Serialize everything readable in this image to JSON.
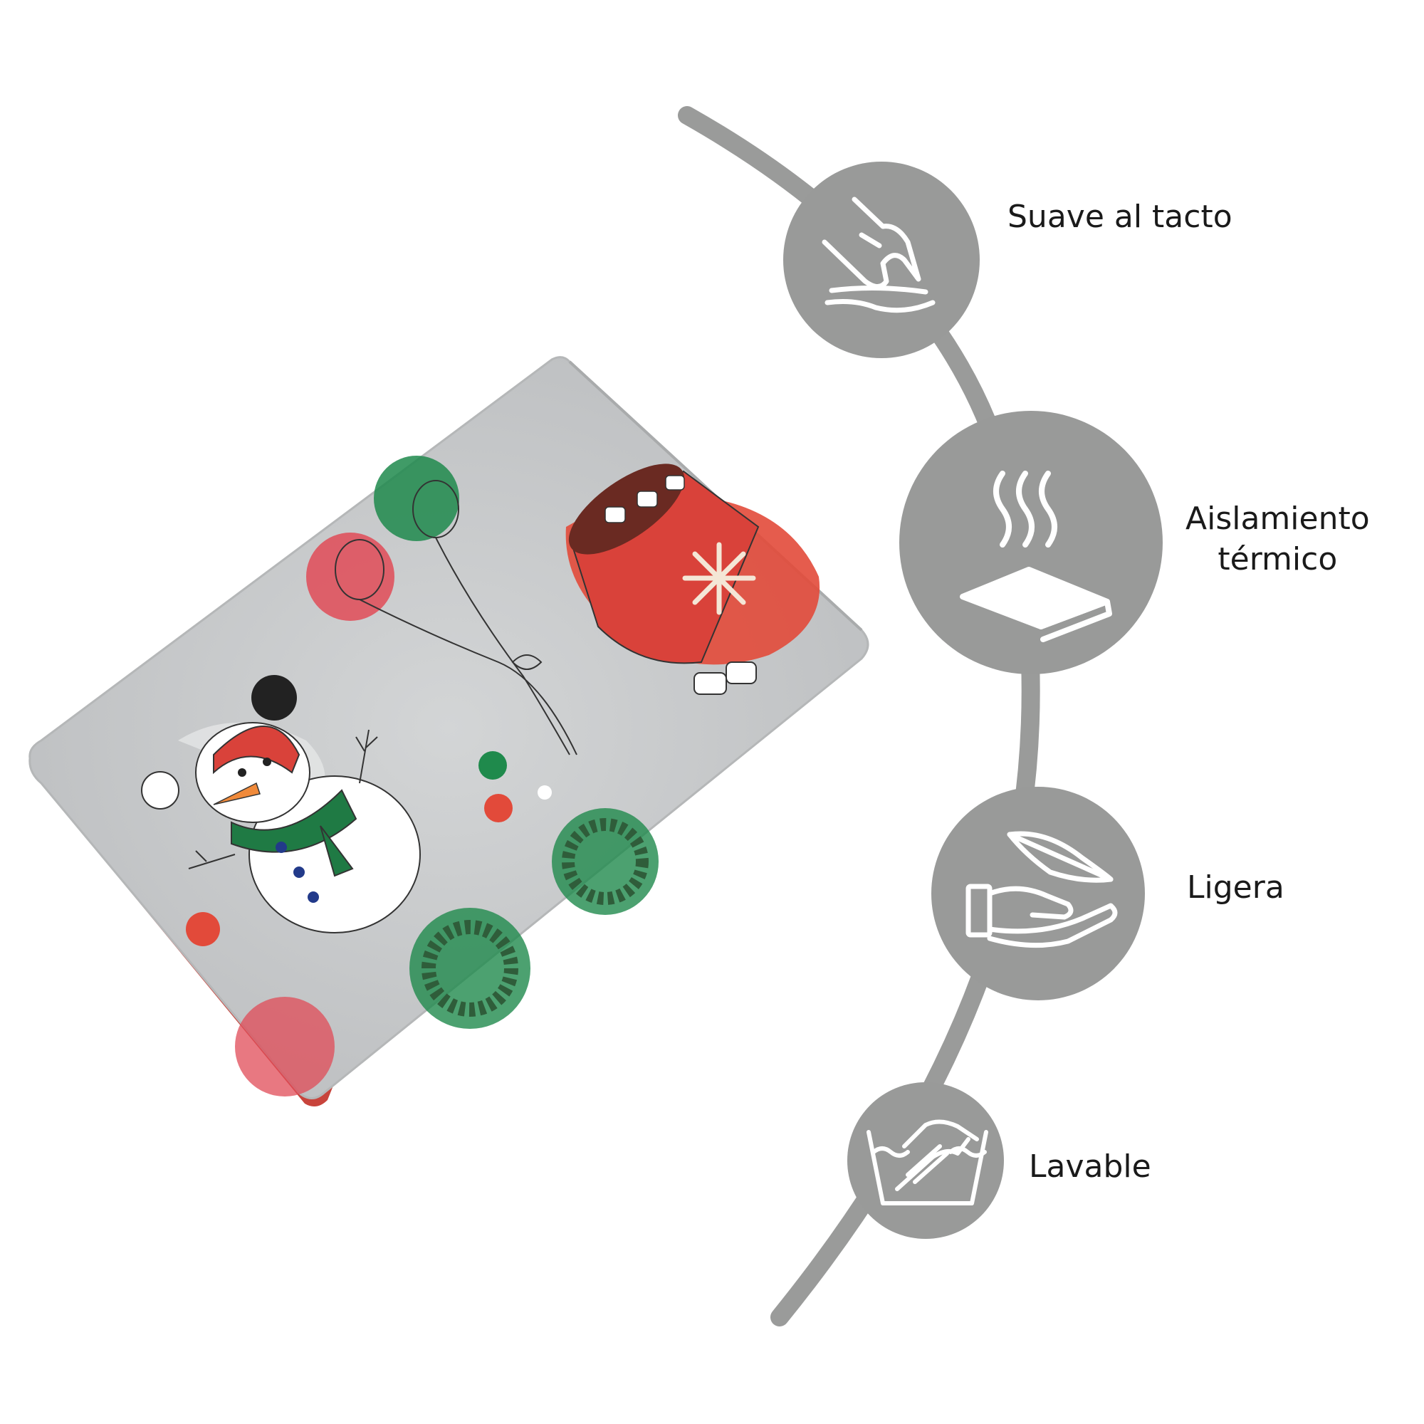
{
  "features": [
    {
      "id": "suave",
      "label": "Suave al tacto",
      "icon": "hand-touching-fabric-icon"
    },
    {
      "id": "aislamiento",
      "label_lines": [
        "Aislamiento",
        "térmico"
      ],
      "icon": "heat-waves-blanket-icon"
    },
    {
      "id": "ligera",
      "label": "Ligera",
      "icon": "feather-on-hand-icon"
    },
    {
      "id": "lavable",
      "label": "Lavable",
      "icon": "hand-wash-basin-icon"
    }
  ],
  "colors": {
    "badge": "#999a99",
    "arc": "#9a9b9a",
    "icon_stroke": "#ffffff",
    "blanket": "#c9cbcc",
    "christmas_red": "#d9423a",
    "christmas_green": "#1f7a44"
  },
  "product": {
    "icon": "folded-christmas-blanket-image"
  }
}
